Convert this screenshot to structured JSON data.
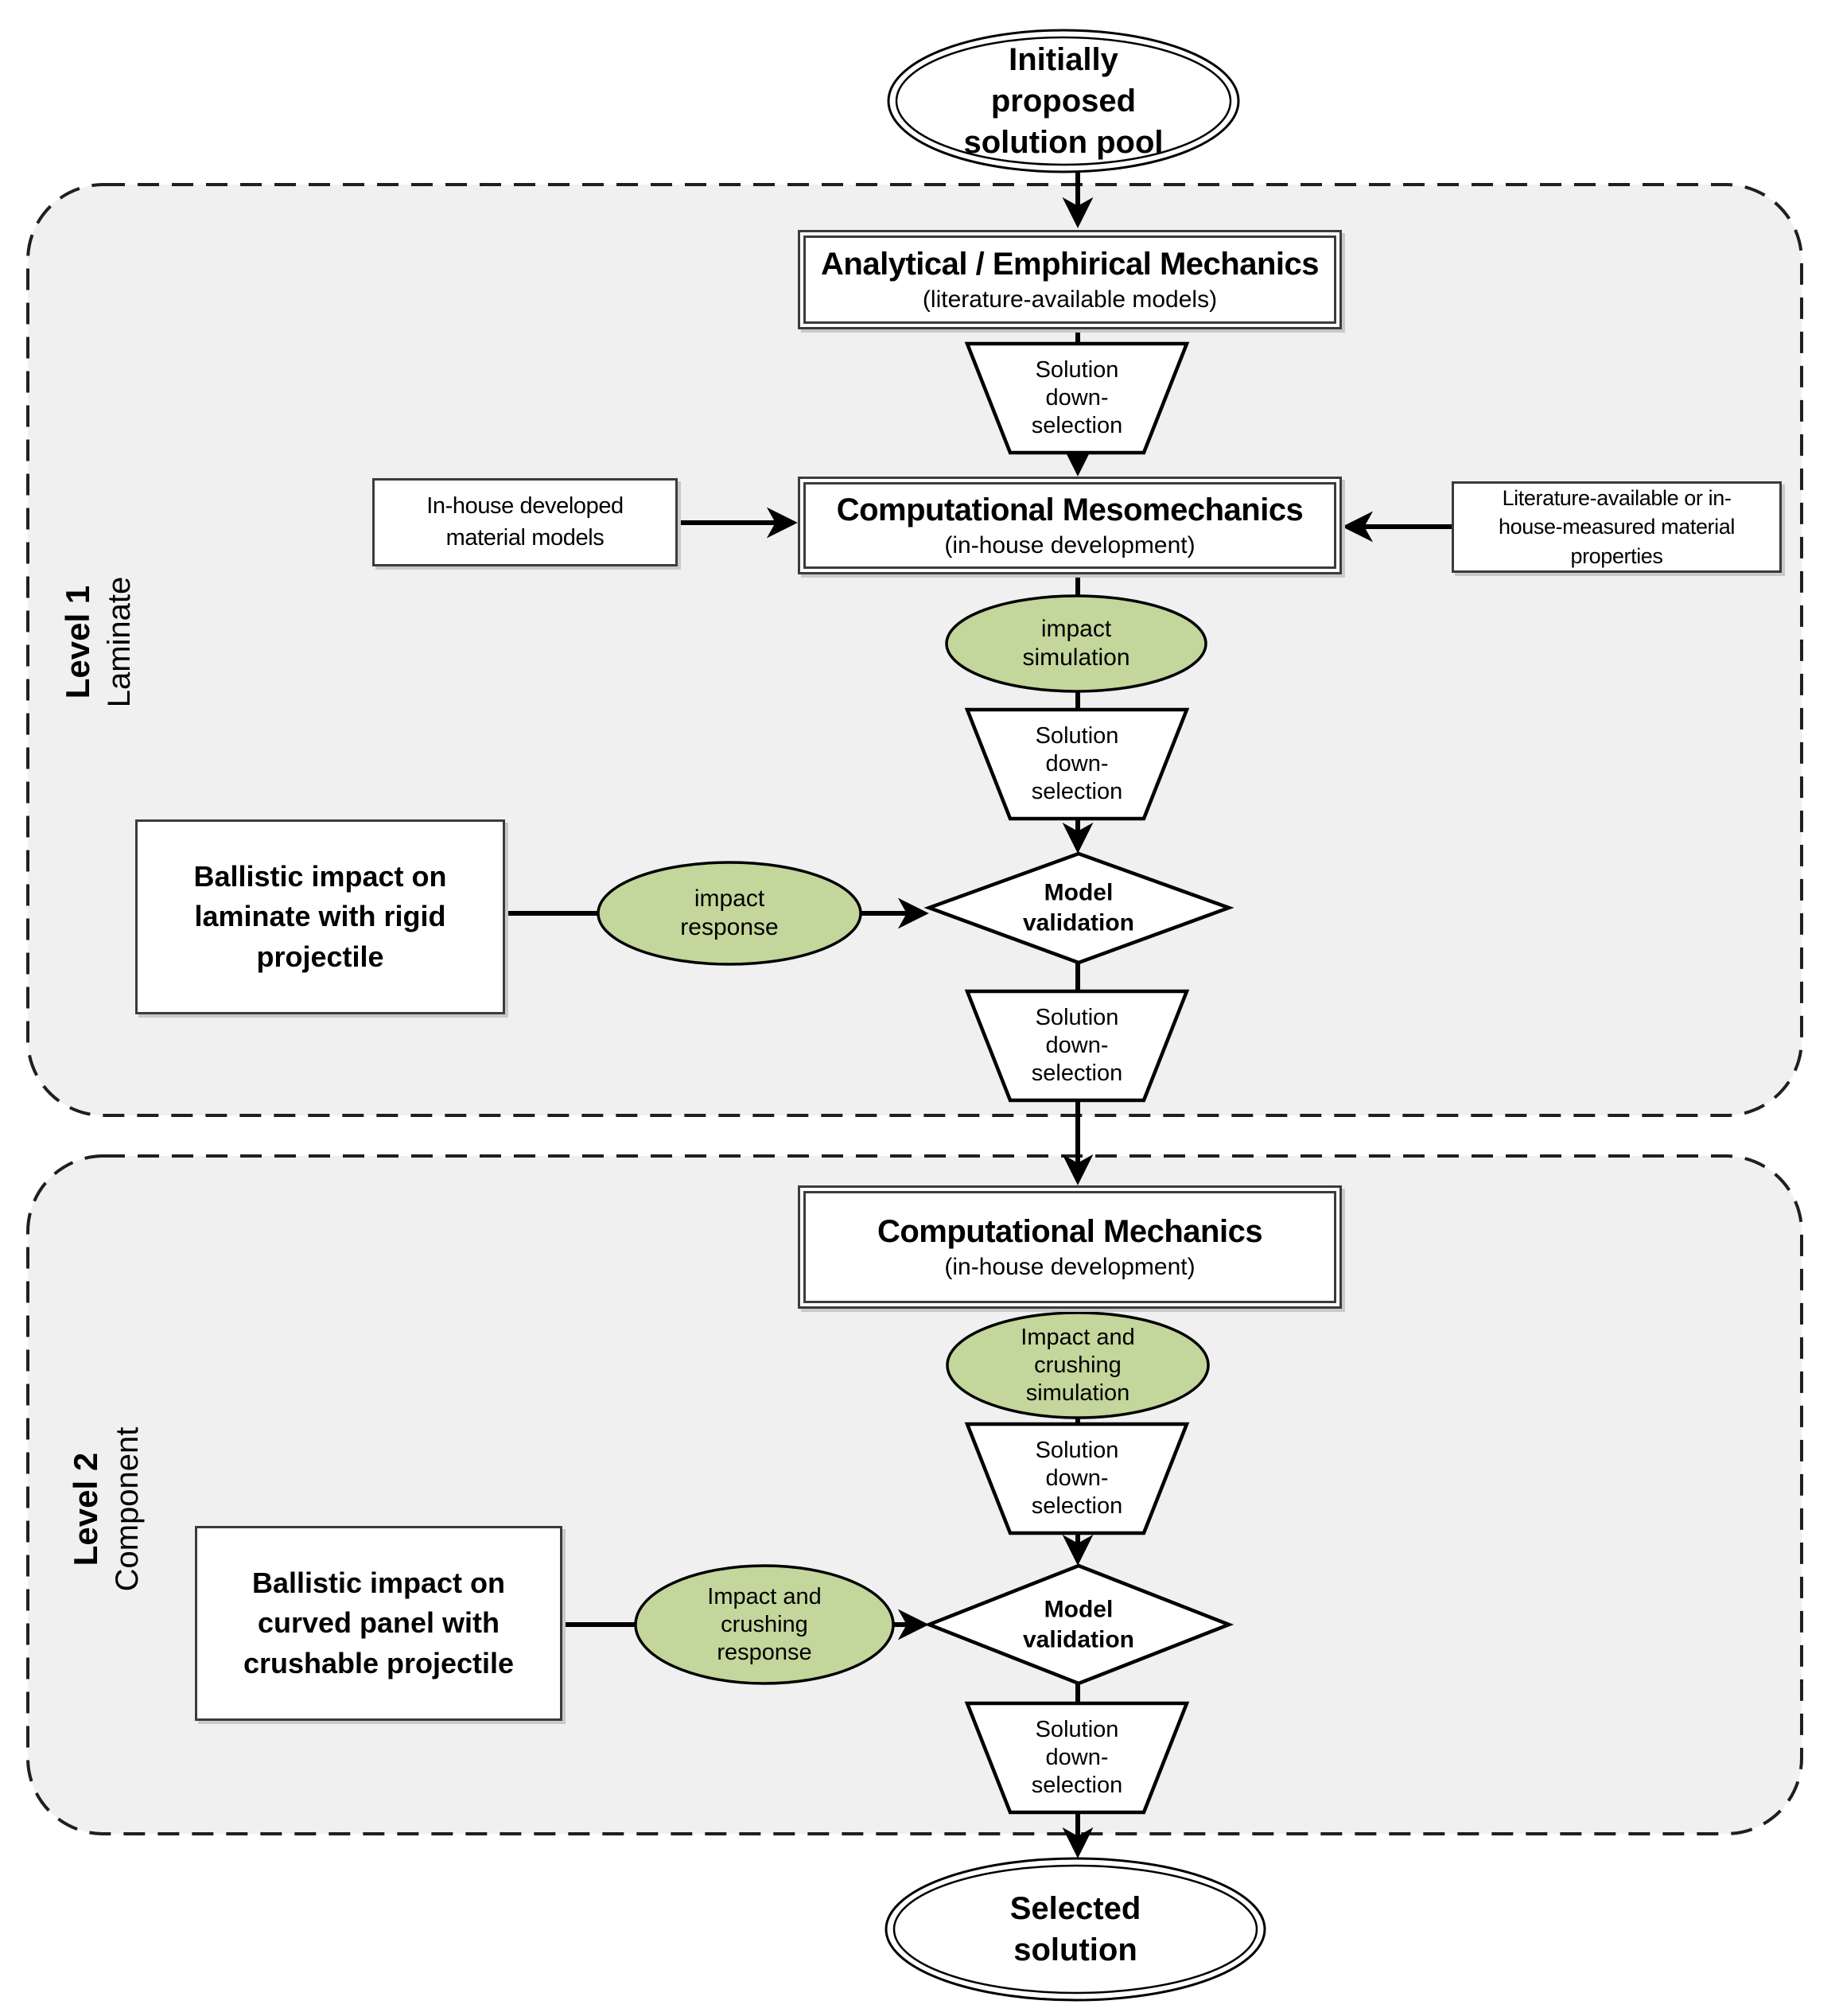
{
  "figure": {
    "type": "flowchart",
    "title": "Two-level solution down-selection methodology"
  },
  "colors": {
    "green_fill": "#c3d69b",
    "shape_stroke": "#000000",
    "box_border": "#3b3b3b",
    "panel_bg": "#f0f0f1",
    "page_bg": "#ffffff",
    "dashed_border": "#1f1f1f"
  },
  "start_node": {
    "label": "Initially\nproposed\nsolution pool"
  },
  "end_node": {
    "label": "Selected\nsolution"
  },
  "level1": {
    "label": "Level 1",
    "sublabel": "Laminate",
    "analytical_title": "Analytical / Emphirical Mechanics",
    "analytical_sub": "(literature-available models)",
    "downselect_a": "Solution\ndown-\nselection",
    "meso_title": "Computational Mesomechanics",
    "meso_sub": "(in-house development)",
    "left_box": "In-house developed\nmaterial models",
    "right_box": "Literature-available or in-\nhouse-measured material\nproperties",
    "sim_ellipse": "impact\nsimulation",
    "downselect_b": "Solution\ndown-\nselection",
    "validation": "Model\nvalidation",
    "experiment_box": "Ballistic impact on\nlaminate with rigid\nprojectile",
    "response_ellipse": "impact\nresponse",
    "downselect_c": "Solution\ndown-\nselection"
  },
  "level2": {
    "label": "Level 2",
    "sublabel": "Component",
    "mech_title": "Computational Mechanics",
    "mech_sub": "(in-house development)",
    "sim_ellipse": "Impact and\ncrushing\nsimulation",
    "downselect_a": "Solution\ndown-\nselection",
    "validation": "Model\nvalidation",
    "experiment_box": "Ballistic impact on\ncurved panel with\ncrushable projectile",
    "response_ellipse": "Impact and\ncrushing\nresponse",
    "downselect_b": "Solution\ndown-\nselection"
  }
}
